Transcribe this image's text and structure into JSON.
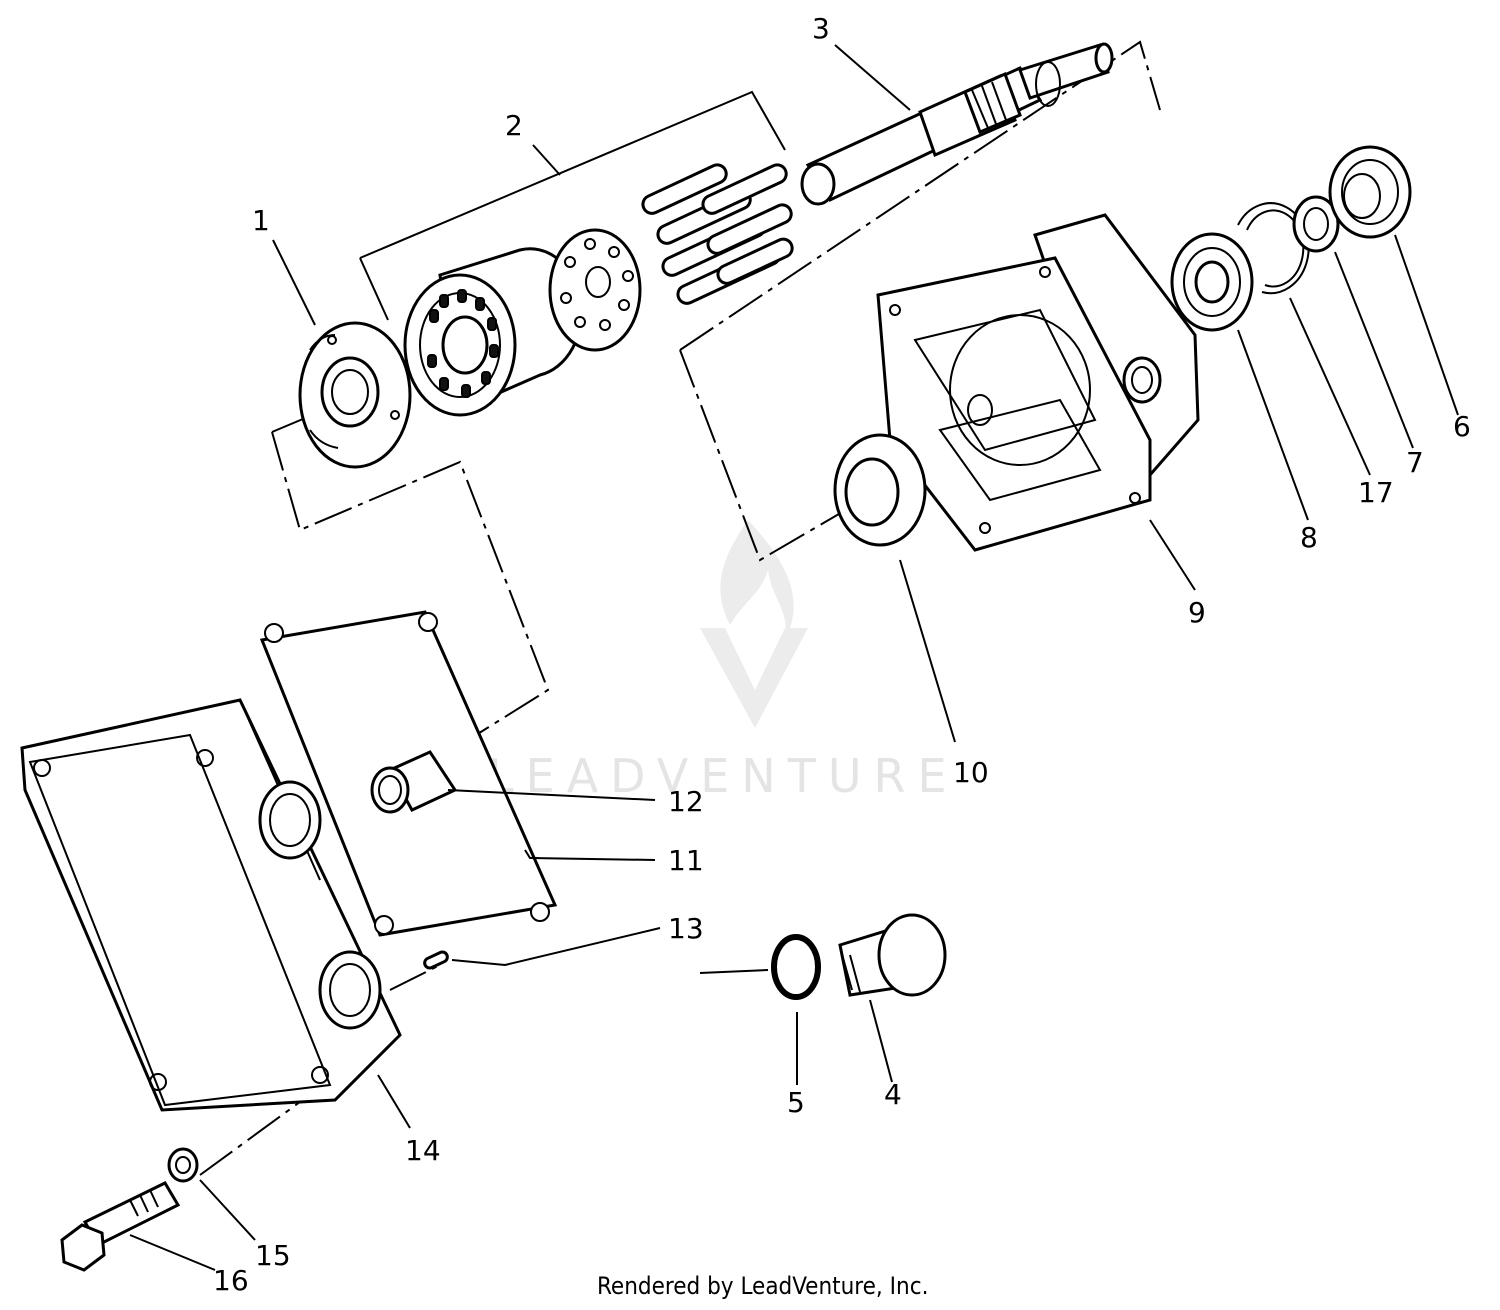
{
  "watermark": {
    "text": "LEADVENTURE"
  },
  "footer": {
    "credit": "Rendered by LeadVenture, Inc."
  },
  "callouts": {
    "c1": "1",
    "c2": "2",
    "c3": "3",
    "c4": "4",
    "c5": "5",
    "c6": "6",
    "c7": "7",
    "c8": "8",
    "c9": "9",
    "c10": "10",
    "c11": "11",
    "c12": "12",
    "c13": "13",
    "c14": "14",
    "c15": "15",
    "c16": "16",
    "c17": "17"
  }
}
